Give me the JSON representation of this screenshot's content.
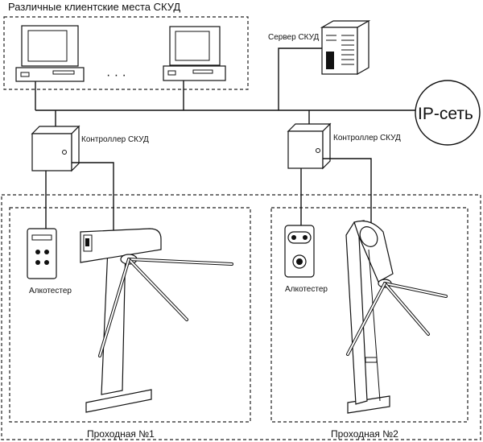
{
  "labels": {
    "workstations": "Различные клиентские места СКУД",
    "ellipsis": "· · ·",
    "server": "Сервер СКУД",
    "network": "IP-сеть",
    "controller_1": "Контроллер СКУД",
    "controller_2": "Контроллер СКУД",
    "alcotester_1": "Алкотестер",
    "alcotester_2": "Алкотестер",
    "passage_1": "Проходная №1",
    "passage_2": "Проходная №2"
  }
}
